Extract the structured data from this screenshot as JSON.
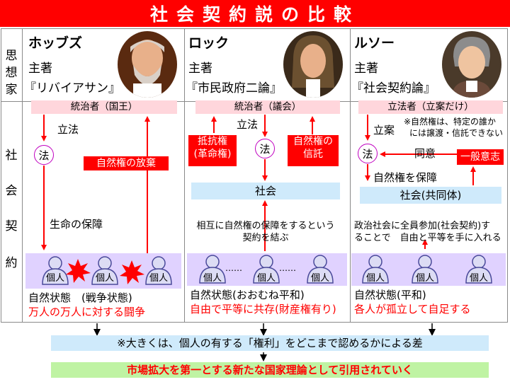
{
  "title": "社会契約説の比較",
  "side": {
    "thinkers": [
      "思",
      "想",
      "家"
    ],
    "contract": [
      "社",
      "会",
      "契",
      "約"
    ]
  },
  "hobbes": {
    "name": "ホッブズ",
    "work_label": "主著",
    "work": "『リバイアサン』",
    "ruler": "統治者（国王）",
    "legislation": "立法",
    "law": "法",
    "surrender": "自然権の放棄",
    "guarantee": "生命の保障",
    "individual": "個人",
    "state": "自然状態　(戦争状態)",
    "state_note": "万人の万人に対する闘争"
  },
  "locke": {
    "name": "ロック",
    "work_label": "主著",
    "work": "『市民政府二論』",
    "ruler": "統治者（議会）",
    "legislation": "立法",
    "law": "法",
    "resistance": [
      "抵抗権",
      "(革命権)"
    ],
    "trust": [
      "自然権の",
      "信託"
    ],
    "society": "社会",
    "contract": [
      "相互に自然権の保障をするという",
      "契約を結ぶ"
    ],
    "individual": "個人",
    "dots": "……",
    "state": "自然状態(おおむね平和)",
    "state_note": "自由で平等に共存(財産権有り)"
  },
  "rousseau": {
    "name": "ルソー",
    "work_label": "主著",
    "work": "『社会契約論』",
    "ruler": "立法者（立案だけ）",
    "legislation": "立案",
    "law": "法",
    "note": [
      "※自然権は、特定の誰か",
      "には譲渡・信託できない"
    ],
    "consent": "同意",
    "general_will": "一般意志",
    "guarantee": "自然権を保障",
    "society": "社会(共同体)",
    "contract": [
      "政治社会に全員参加(社会契約)す",
      "ることで　自由と平等を手に入れる"
    ],
    "individual": "個人",
    "state": "自然状態(平和)",
    "state_note": "各人が孤立して自足する"
  },
  "bottom": {
    "summary": "※大きくは、個人の有する「権利」をどこまで認めるかによる差",
    "conclusion": "市場拡大を第一とする新たな国家理論として引用されていく"
  },
  "colors": {
    "title_bg": "#ff0000",
    "pink": "#ffd6dc",
    "red": "#ff0000",
    "blue": "#cfeafb",
    "green": "#bff3a3",
    "purple": "#e0d2ff"
  }
}
